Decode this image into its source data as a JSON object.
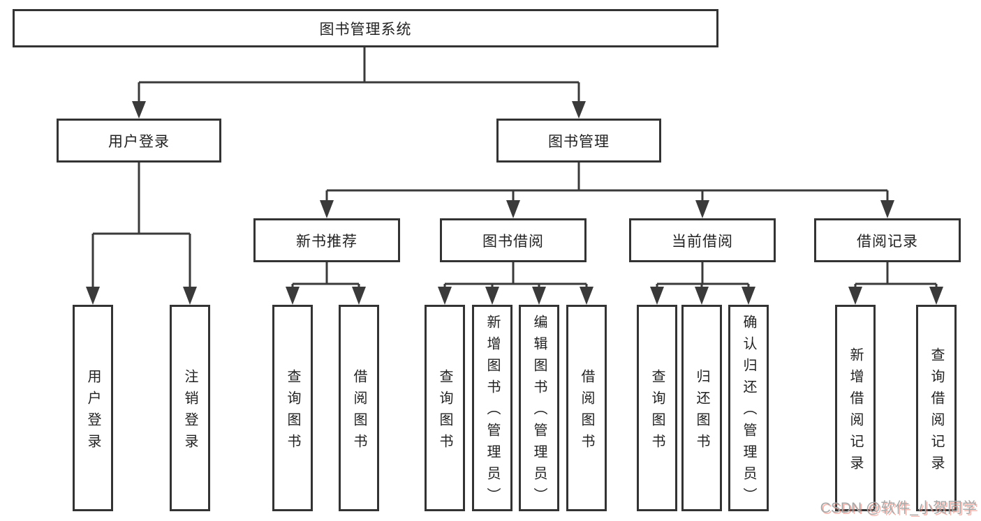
{
  "diagram": {
    "root": {
      "label": "图书管理系统"
    },
    "level2": [
      {
        "label": "用户登录"
      },
      {
        "label": "图书管理"
      }
    ],
    "level3": [
      {
        "label": "新书推荐"
      },
      {
        "label": "图书借阅"
      },
      {
        "label": "当前借阅"
      },
      {
        "label": "借阅记录"
      }
    ],
    "leaves": [
      {
        "label": "用户登录"
      },
      {
        "label": "注销登录"
      },
      {
        "label": "查询图书"
      },
      {
        "label": "借阅图书"
      },
      {
        "label": "查询图书"
      },
      {
        "label": "新增图书（管理员）"
      },
      {
        "label": "编辑图书（管理员）"
      },
      {
        "label": "借阅图书"
      },
      {
        "label": "查询图书"
      },
      {
        "label": "归还图书"
      },
      {
        "label": "确认归还（管理员）"
      },
      {
        "label": "新增借阅记录"
      },
      {
        "label": "查询借阅记录"
      }
    ]
  },
  "watermark": {
    "text": "CSDN @软件_小贺同学"
  },
  "colors": {
    "line": "#3a3a3a",
    "box_border": "#333333",
    "box_fill": "#ffffff",
    "text": "#222222",
    "background": "#ffffff",
    "watermark_text": "#a8a8a8",
    "watermark_shadow": "#e88273"
  }
}
